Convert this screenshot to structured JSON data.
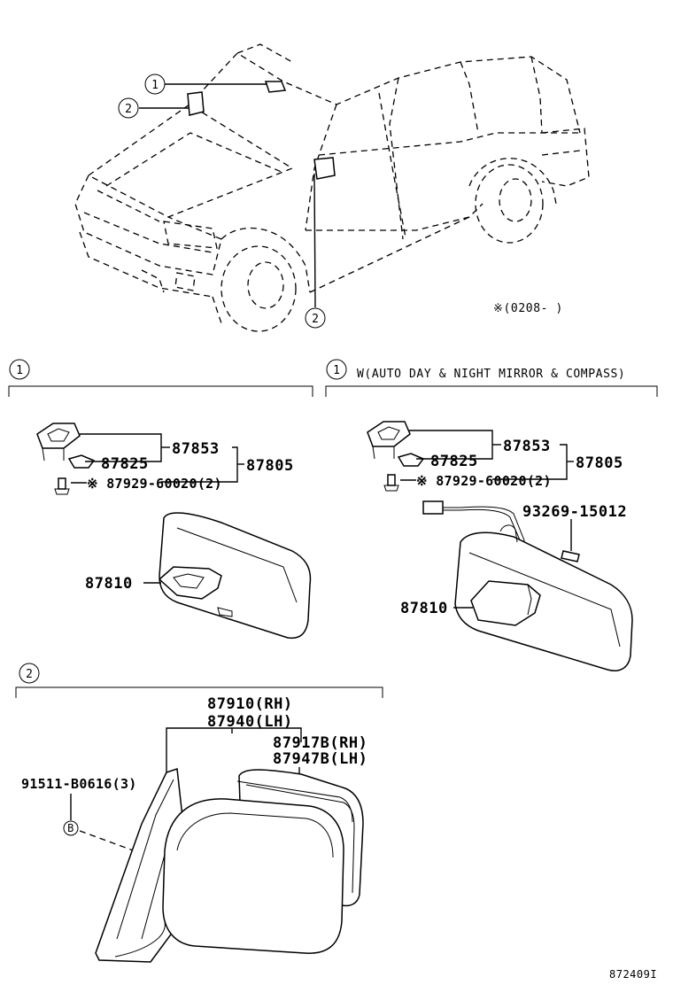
{
  "vehicle": {
    "callouts": [
      "1",
      "2",
      "2"
    ],
    "date_note": "※(0208-        )"
  },
  "section1_left": {
    "callout": "1",
    "parts": {
      "p87853": "87853",
      "p87825": "87825",
      "p87805": "87805",
      "bolt": "※ 87929-60020(2)",
      "p87810": "87810"
    }
  },
  "section1_right": {
    "callout": "1",
    "title": "W(AUTO DAY & NIGHT MIRROR & COMPASS)",
    "parts": {
      "p87853": "87853",
      "p87825": "87825",
      "p87805": "87805",
      "bolt": "※ 87929-60020(2)",
      "screw": "93269-15012",
      "p87810": "87810"
    }
  },
  "section2": {
    "callout": "2",
    "parts": {
      "rh": "87910(RH)",
      "lh": "87940(LH)",
      "glass_rh": "87917B(RH)",
      "glass_lh": "87947B(LH)",
      "fastener": "91511-B0616(3)",
      "fastener_mark": "B"
    }
  },
  "figure_id": "872409I"
}
